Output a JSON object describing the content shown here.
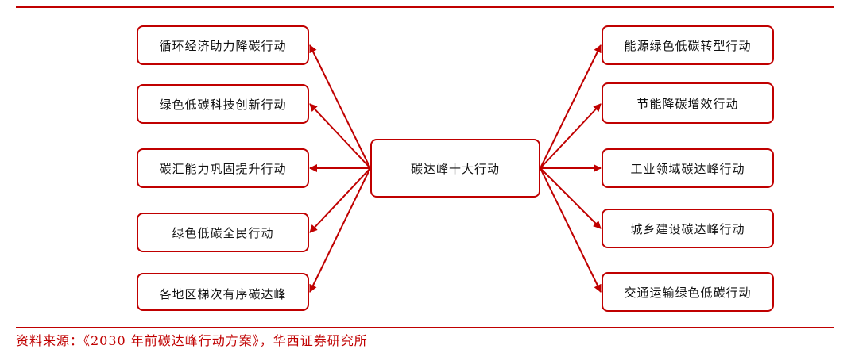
{
  "center": {
    "label": "碳达峰十大行动"
  },
  "left_actions": [
    "循环经济助力降碳行动",
    "绿色低碳科技创新行动",
    "碳汇能力巩固提升行动",
    "绿色低碳全民行动",
    "各地区梯次有序碳达峰"
  ],
  "right_actions": [
    "能源绿色低碳转型行动",
    "节能降碳增效行动",
    "工业领域碳达峰行动",
    "城乡建设碳达峰行动",
    "交通运输绿色低碳行动"
  ],
  "source": "资料来源：《2030 年前碳达峰行动方案》，华西证券研究所",
  "colors": {
    "accent": "#c00000",
    "text": "#111111"
  }
}
